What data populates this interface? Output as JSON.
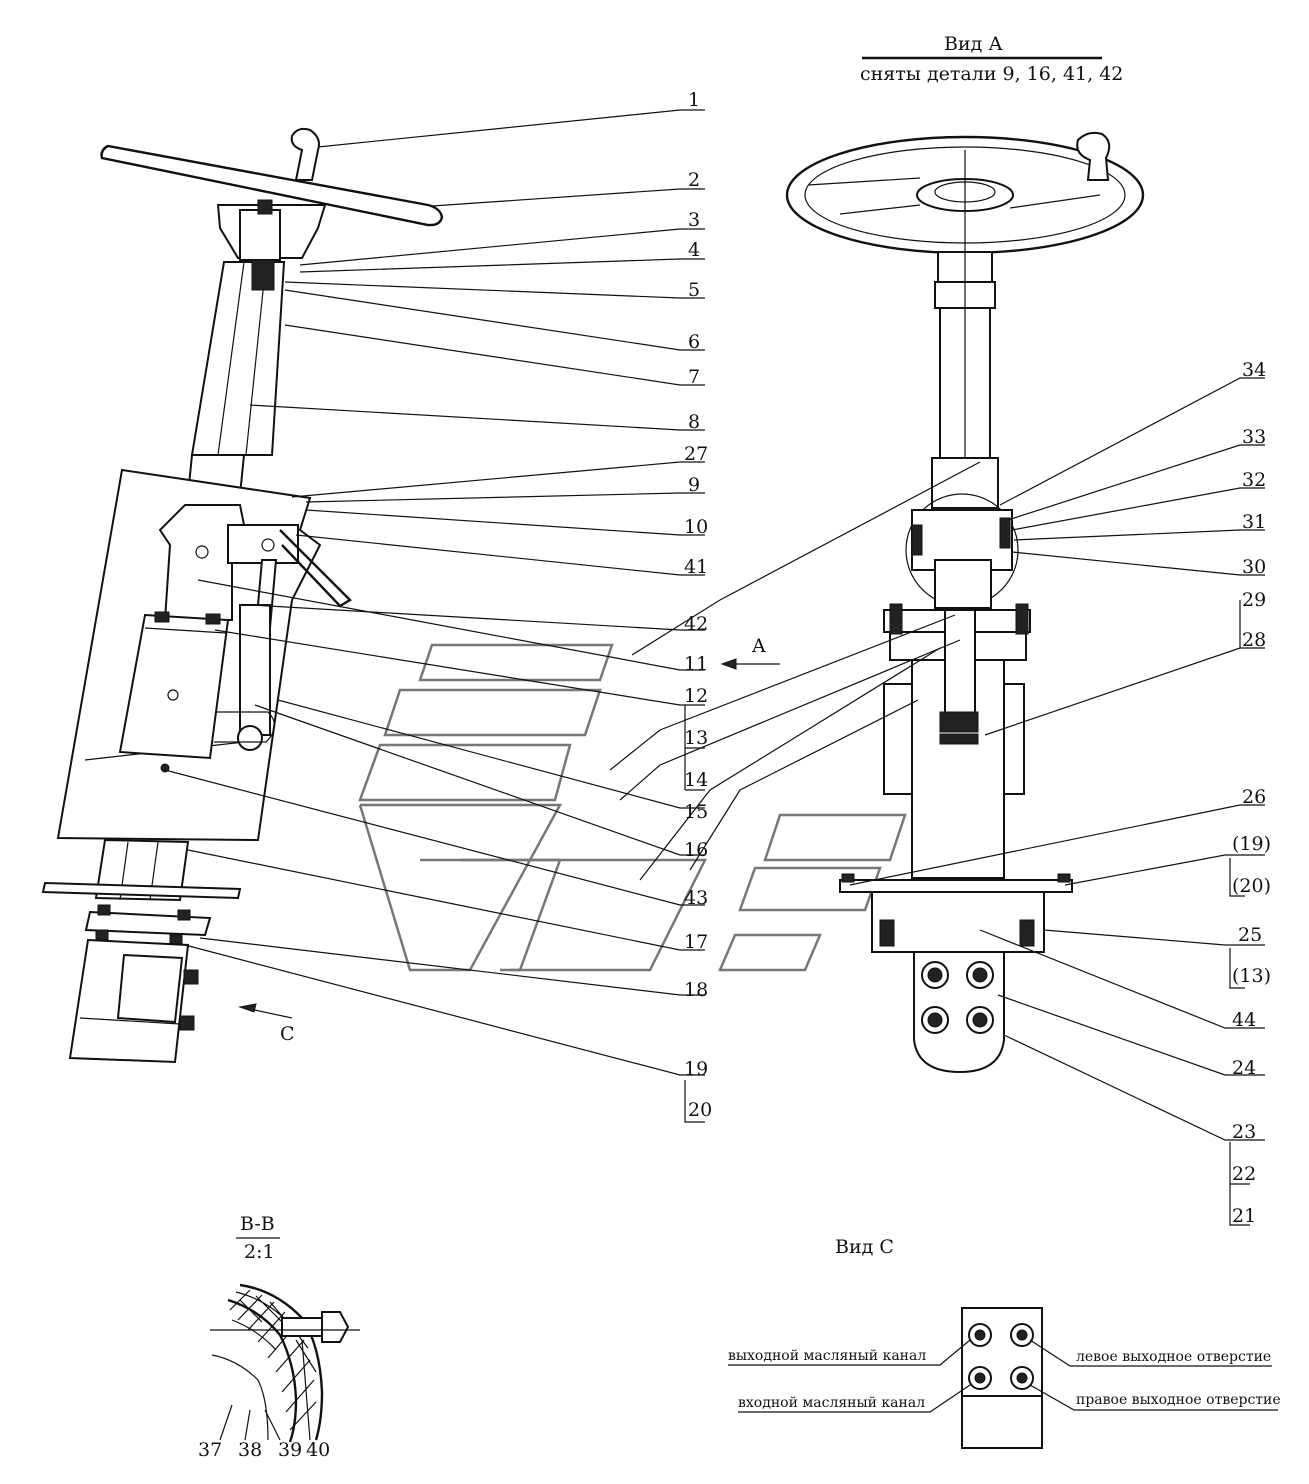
{
  "view_a": {
    "title": "Вид А",
    "subtitle": "сняты детали 9, 16, 41, 42"
  },
  "view_c": {
    "title": "Вид С"
  },
  "section": {
    "title": "B-B",
    "scale": "2:1"
  },
  "arrows": {
    "a": "A",
    "c": "C"
  },
  "left_labels": [
    "1",
    "2",
    "3",
    "4",
    "5",
    "6",
    "7",
    "8",
    "27",
    "9",
    "10",
    "41",
    "42",
    "11",
    "12",
    "13",
    "14",
    "15",
    "16",
    "43",
    "17",
    "18",
    "19",
    "20"
  ],
  "right_labels": [
    "34",
    "33",
    "32",
    "31",
    "30",
    "29",
    "28",
    "26",
    "(19)",
    "(20)",
    "25",
    "(13)",
    "44",
    "24",
    "23",
    "22",
    "21"
  ],
  "section_labels": [
    "37",
    "38",
    "39",
    "40"
  ],
  "ports": {
    "out_oil": "выходной масляный канал",
    "in_oil": "входной масляный канал",
    "left_out": "левое выходное отверстие",
    "right_out": "правое выходное отверстие"
  }
}
